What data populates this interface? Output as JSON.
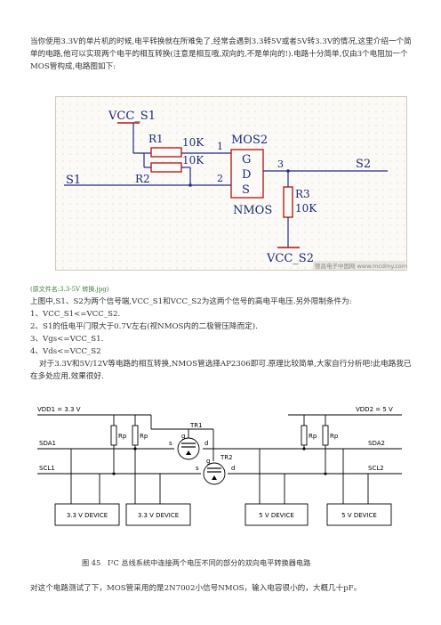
{
  "intro": "当你使用3.3V的单片机的时候,电平转换就在所难免了,经常会遇到3.3转5V或者5V转3.3V的情况,这里介绍一个简单的电路,他可以实现两个电平的相互转换(注意是相互哦,双向的,不是单向的!).电路十分简单,仅由3个电阻加一个MOS管构成,电路图如下:",
  "fig1": {
    "vcc_s1": "VCC_S1",
    "vcc_s2": "VCC_S2",
    "r1": "R1",
    "r2": "R2",
    "r3": "R3",
    "r1_val": "10K",
    "r2_val": "10K",
    "r3_val": "10K",
    "mos": "MOS2",
    "nmos": "NMOS",
    "g": "G",
    "d": "D",
    "s": "S",
    "pin1": "1",
    "pin2": "2",
    "pin3": "3",
    "s1": "S1",
    "s2": "S2",
    "watermark": "德昌电子中国网 www.mcdmy.com"
  },
  "caption1": "(原文件名:3.3-5V 转换.jpg)",
  "desc": "上图中,S1、S2为两个信号端,VCC_S1和VCC_S2为这两个信号的高电平电压.另外限制条件为:",
  "conditions": [
    "1、VCC_S1<=VCC_S2.",
    "2、S1的低电平门限大于0.7V左右(视NMOS内的二极管压降而定).",
    "3、Vgs<=VCC_S1.",
    "4、Vds<=VCC_S2"
  ],
  "para2": "对于3.3V和5V/12V等电路的相互转换,NMOS管选择AP2306即可.原理比较简单,大家自行分析吧!此电路我已在多处应用,效果很好.",
  "fig2": {
    "vdd1": "VDD1 = 3.3 V",
    "vdd2": "VDD2 = 5 V",
    "rp": "Rp",
    "tr1": "TR1",
    "tr2": "TR2",
    "g": "g",
    "s": "s",
    "d": "d",
    "sda1": "SDA1",
    "scl1": "SCL1",
    "sda2": "SDA2",
    "scl2": "SCL2",
    "devices": [
      "3.3 V DEVICE",
      "3.3 V DEVICE",
      "5 V DEVICE",
      "5 V DEVICE"
    ]
  },
  "caption2_prefix": "图 45",
  "caption2": "I²C 总线系统中连接两个电压不同的部分的双向电平转换器电路",
  "para3": "对这个电路测试了下，MOS管采用的是2N7002小信号NMOS，输入电容很小的，大概几十pF。"
}
